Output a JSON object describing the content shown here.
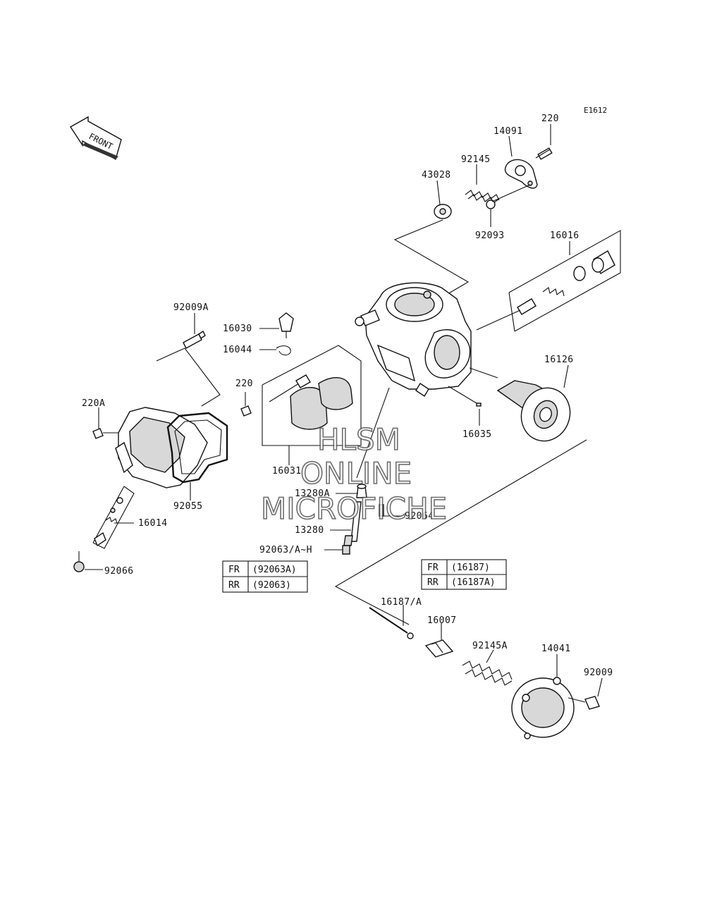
{
  "diagram_code": "E1612",
  "front_label": "FRONT",
  "labels": {
    "p14091": "14091",
    "p220_top": "220",
    "p92145": "92145",
    "p43028": "43028",
    "p92093": "92093",
    "p16016": "16016",
    "p92009A": "92009A",
    "p16030": "16030",
    "p16044": "16044",
    "p220_mid": "220",
    "p220A": "220A",
    "p16126": "16126",
    "p16035": "16035",
    "p16031": "16031",
    "p92055": "92055",
    "p16014": "16014",
    "p13280A": "13280A",
    "p92064": "92064",
    "p13280": "13280",
    "p92063": "92063/A~H",
    "p92066": "92066",
    "p16187": "16187/A",
    "p16007": "16007",
    "p92145A": "92145A",
    "p14041": "14041",
    "p92009": "92009"
  },
  "table_left": [
    {
      "pos": "FR",
      "part": "(92063A)"
    },
    {
      "pos": "RR",
      "part": "(92063)"
    }
  ],
  "table_right": [
    {
      "pos": "FR",
      "part": "(16187)"
    },
    {
      "pos": "RR",
      "part": "(16187A)"
    }
  ],
  "watermark": {
    "line1": "HLSM",
    "line2": "ONLINE",
    "line3": "MICROFICHE"
  }
}
